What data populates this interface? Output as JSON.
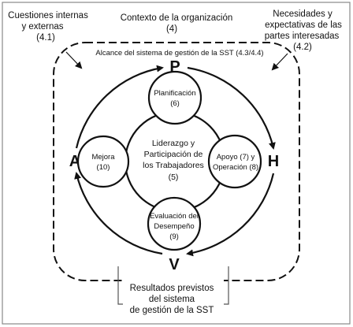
{
  "top_left": {
    "line1": "Cuestiones internas",
    "line2": "y externas",
    "line3": "(4.1)"
  },
  "top_center": {
    "line1": "Contexto de la organización",
    "line2": "(4)"
  },
  "top_right": {
    "line1": "Necesidades y",
    "line2": "expectativas de las",
    "line3": "partes interesadas",
    "line4": "(4.2)"
  },
  "scope": "Alcance del sistema de gestión de la SST (4.3/4.4)",
  "pdca": {
    "p": "P",
    "h": "H",
    "v": "V",
    "a": "A"
  },
  "planning": {
    "line1": "Planificación",
    "line2": "(6)"
  },
  "support": {
    "line1": "Apoyo (7) y",
    "line2": "Operación (8)"
  },
  "evaluation": {
    "line1": "Evaluación del",
    "line2": "Desempeño",
    "line3": "(9)"
  },
  "improvement": {
    "line1": "Mejora",
    "line2": "(10)"
  },
  "center": {
    "line1": "Liderazgo y",
    "line2": "Participación de",
    "line3": "los Trabajadores",
    "line4": "(5)"
  },
  "results": {
    "line1": "Resultados previstos",
    "line2": "del sistema",
    "line3": "de gestión de la SST"
  }
}
